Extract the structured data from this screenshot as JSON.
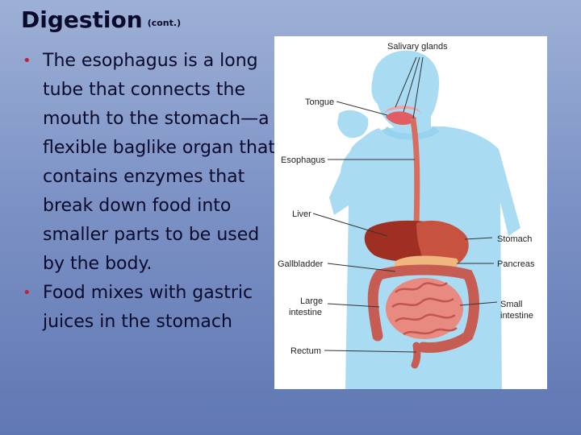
{
  "slide": {
    "title": "Digestion",
    "title_suffix": "(cont.)",
    "bullets": [
      "The esophagus is a long tube that connects the mouth to the stomach—a flexible baglike organ that contains enzymes that break down food into smaller parts to be used by the body.",
      "Food mixes with gastric juices in the stomach"
    ]
  },
  "diagram": {
    "labels": {
      "salivary_glands": "Salivary glands",
      "tongue": "Tongue",
      "esophagus": "Esophagus",
      "liver": "Liver",
      "gallbladder": "Gallbladder",
      "large_intestine_1": "Large",
      "large_intestine_2": "intestine",
      "rectum": "Rectum",
      "stomach": "Stomach",
      "pancreas": "Pancreas",
      "small_intestine_1": "Small",
      "small_intestine_2": "intestine"
    }
  }
}
